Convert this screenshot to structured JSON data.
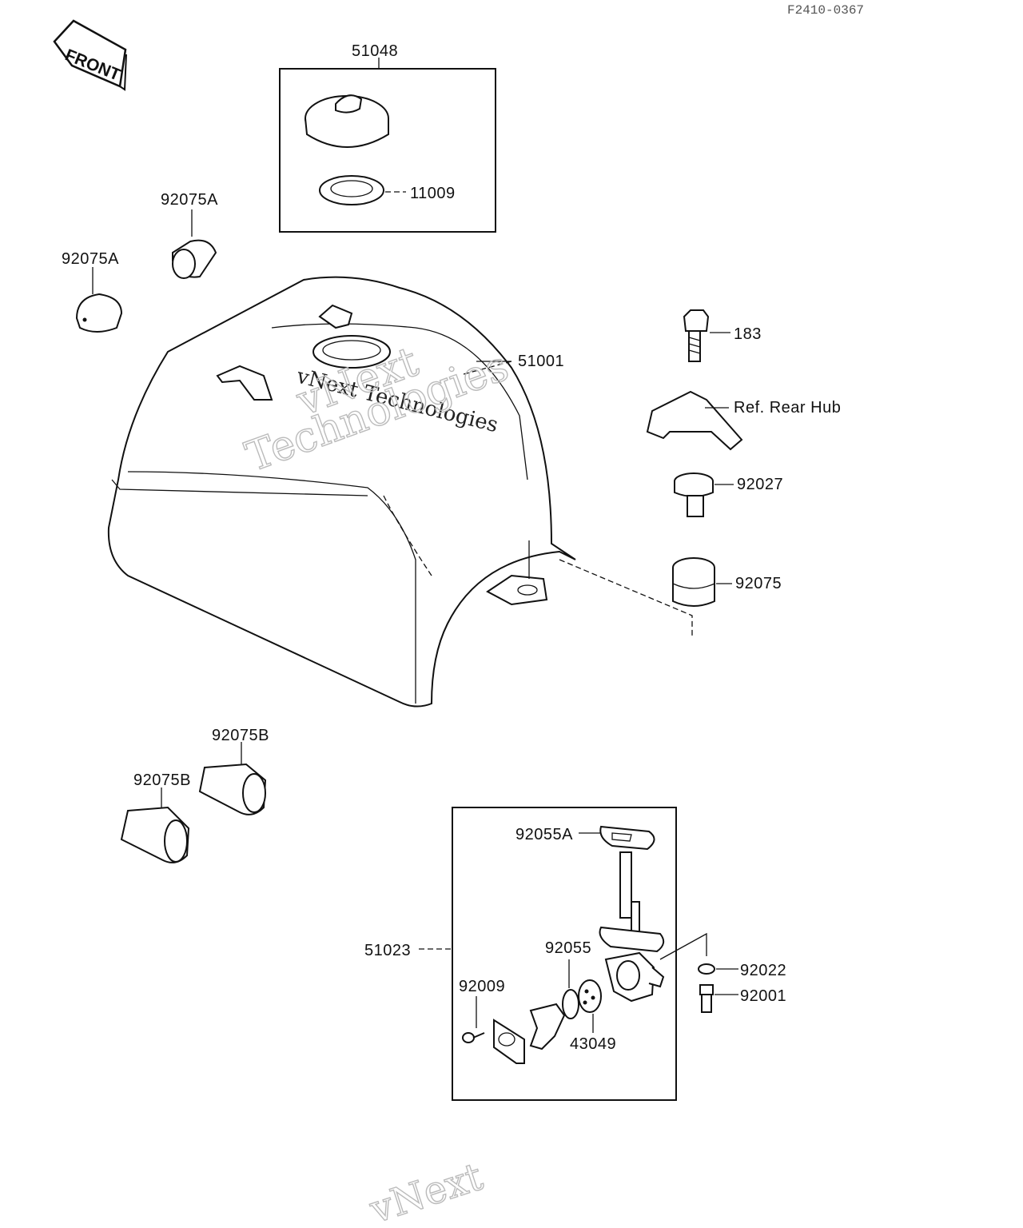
{
  "diagram_code": "F2410-0367",
  "front_arrow": {
    "label": "FRONT",
    "icon": "front-arrow-icon"
  },
  "parts": {
    "p51048": "51048",
    "p11009": "11009",
    "p92075A_top": "92075A",
    "p92075A_left": "92075A",
    "p51001": "51001",
    "p183": "183",
    "ref_rear_hub": "Ref. Rear Hub",
    "p92027": "92027",
    "p92075": "92075",
    "p92075B_top": "92075B",
    "p92075B_left": "92075B",
    "p92055A": "92055A",
    "p51023": "51023",
    "p92055": "92055",
    "p92009": "92009",
    "p43049": "43049",
    "p92022": "92022",
    "p92001": "92001"
  },
  "watermark": {
    "line1": "vNext Technologies",
    "big1": "vNext",
    "big2": "Technologies",
    "bottom": "vNext"
  },
  "colors": {
    "ink": "#111111",
    "paper": "#ffffff",
    "watermark": "#bbbbbb"
  }
}
